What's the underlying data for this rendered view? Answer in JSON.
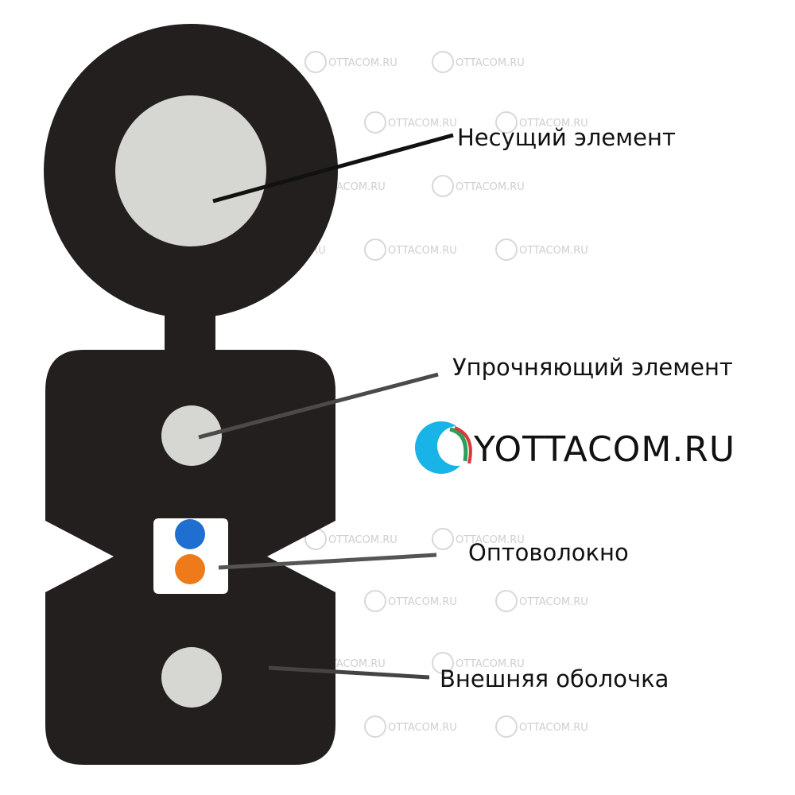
{
  "labels": {
    "carrier": "Несущий элемент",
    "strength": "Упрочняющий элемент",
    "fiber": "Оптоволокно",
    "sheath": "Внешняя оболочка"
  },
  "logo": {
    "text": "YOTTACOM.RU"
  },
  "watermark": {
    "text": "OTTACOM.RU"
  },
  "colors": {
    "jacket": "#221f1e",
    "rod": "#d6d6d2",
    "fiber_blue": "#1e6fd0",
    "fiber_orange": "#ef7a1a",
    "leader": "#555555",
    "logo_cyan": "#18b4e8",
    "logo_green": "#2f9e5a",
    "logo_red": "#d83a3a"
  },
  "icons": {
    "watermark": "yottacom-leaf-icon",
    "logo": "yottacom-logo-icon"
  }
}
